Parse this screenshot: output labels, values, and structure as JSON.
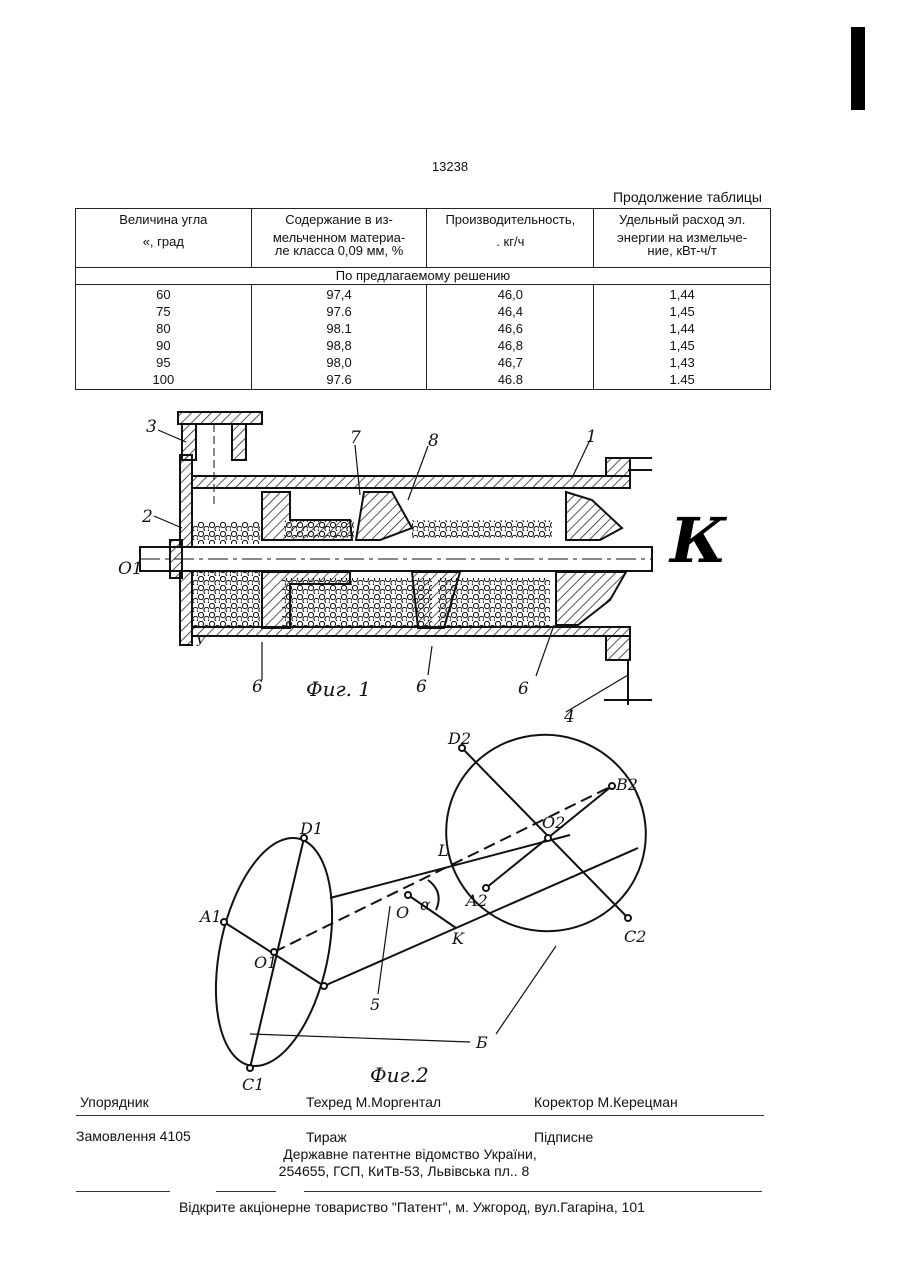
{
  "page_number": "13238",
  "continuation": "Продолжение  таблицы",
  "table": {
    "headers": [
      [
        "Величина    угла",
        "«, град"
      ],
      [
        "Содержание в из-",
        "мельченном материа-",
        "ле класса 0,09 мм, %"
      ],
      [
        "Производительность,",
        ". кг/ч"
      ],
      [
        "Удельный расход эл.",
        "энергии на измельче-",
        "ние, кВт-ч/т"
      ]
    ],
    "section_label": "По предлагаемому решению",
    "columns": [
      [
        "60",
        "75",
        "80",
        "90",
        "95",
        "100"
      ],
      [
        "97,4",
        "97.6",
        "98.1",
        "98,8",
        "98,0",
        "97.6"
      ],
      [
        "46,0",
        "46,4",
        "46,6",
        "46,8",
        "46,7",
        "46.8"
      ],
      [
        "1,44",
        "1,45",
        "1,44",
        "1,45",
        "1,43",
        "1.45"
      ]
    ]
  },
  "figure1": {
    "caption": "Фиг. 1",
    "labels": [
      "3",
      "2",
      "7",
      "8",
      "1",
      "О1",
      "У",
      "6",
      "6",
      "6",
      "4"
    ],
    "k_mark": "К"
  },
  "figure2": {
    "caption": "Фиг.2",
    "labels": [
      "D2",
      "B2",
      "O2",
      "A2",
      "C2",
      "D1",
      "A1",
      "O1",
      "C1",
      "L",
      "O",
      "α",
      "K",
      "5",
      "Б"
    ]
  },
  "footer": {
    "compiler": "Упорядник",
    "techred": "Техред М.Моргентал",
    "corrector": "Коректор М.Керецман",
    "order": "Замовлення 4105",
    "circulation": "Тираж",
    "signed": "Підписне",
    "office_line1": "Державне патентне відомство України,",
    "office_line2": "254655, ГСП, КиТв-53, Львівська пл.. 8",
    "printer": "Відкрите акціонерне товариство \"Патент\", м. Ужгород, вул.Гагаріна, 101"
  }
}
